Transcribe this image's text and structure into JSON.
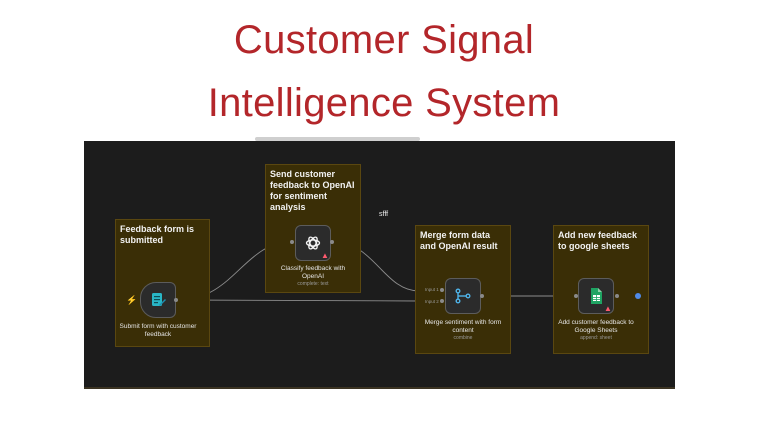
{
  "title": {
    "line1": "Customer Signal",
    "line2": "Intelligence System"
  },
  "stray_text": "sfff",
  "notes": {
    "feedback_trigger": "Feedback form is submitted",
    "openai": "Send customer feedback to OpenAI for sentiment analysis",
    "merge": "Merge form data and OpenAI result",
    "sheets": "Add new feedback to google sheets"
  },
  "nodes": {
    "form": {
      "title": "Submit form with customer feedback",
      "subtitle": ""
    },
    "classify": {
      "title": "Classify feedback with OpenAI",
      "subtitle": "complete: text"
    },
    "merge": {
      "title": "Merge sentiment with form content",
      "subtitle": "combine",
      "input1": "Input 1",
      "input2": "Input 2"
    },
    "sheets": {
      "title": "Add customer feedback to Google Sheets",
      "subtitle": "append: sheet"
    }
  },
  "icons": {
    "trigger": "lightning-icon",
    "form": "form-icon",
    "openai": "openai-icon",
    "merge": "merge-icon",
    "sheets": "google-sheets-icon",
    "warning": "warning-icon"
  },
  "colors": {
    "title": "#b3262a",
    "canvas": "#1c1c1c",
    "sticky_note": "#3a2e06",
    "sheets_green": "#1fa463",
    "form_teal": "#29b6c6",
    "warning": "#ff5a6e",
    "trigger": "#ff6d3a"
  }
}
